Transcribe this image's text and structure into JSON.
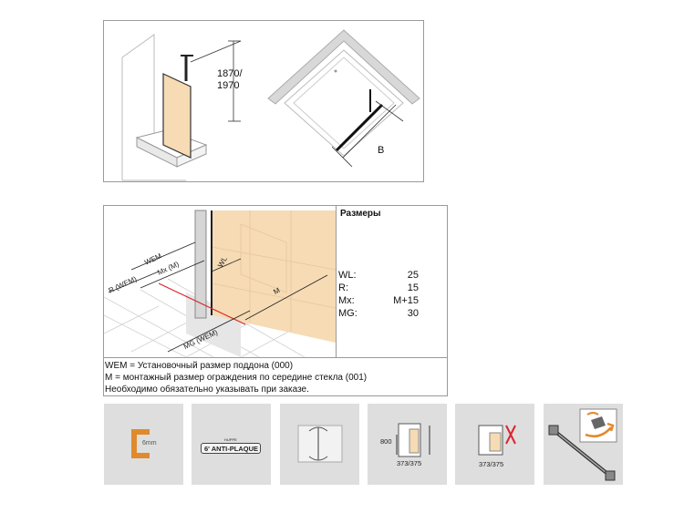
{
  "top": {
    "height_label_line1": "1870/",
    "height_label_line2": "1970",
    "width_label": "B"
  },
  "mid": {
    "sizes_title": "Размеры",
    "sizes": [
      {
        "key": "WL:",
        "value": "25"
      },
      {
        "key": "R:",
        "value": "15"
      },
      {
        "key": "Mx:",
        "value": "M+15"
      },
      {
        "key": "MG:",
        "value": "30"
      }
    ],
    "diagram_labels": {
      "wem": "WEM",
      "mx_m": "Mx (M)",
      "r_wem": "R (WEM)",
      "wl": "WL",
      "m": "M",
      "mg_wem": "MG (WEM)"
    },
    "legend": [
      "WEM = Установочный размер поддона (000)",
      "M = монтажный размер ограждения по середине стекла (001)",
      "Необходимо обязательно указывать при заказе."
    ]
  },
  "icons": {
    "glass_thickness": "6mm",
    "anti_plaque_small": "HUPPE",
    "anti_plaque": "6' ANTI-PLAQUE",
    "height_800": "800",
    "width_373_a": "373/375",
    "width_373_b": "373/375"
  },
  "colors": {
    "glass": "#f6dbb5",
    "accent_orange": "#e08a2c",
    "tile_bg": "#dedede",
    "red_line": "#d9262c"
  }
}
